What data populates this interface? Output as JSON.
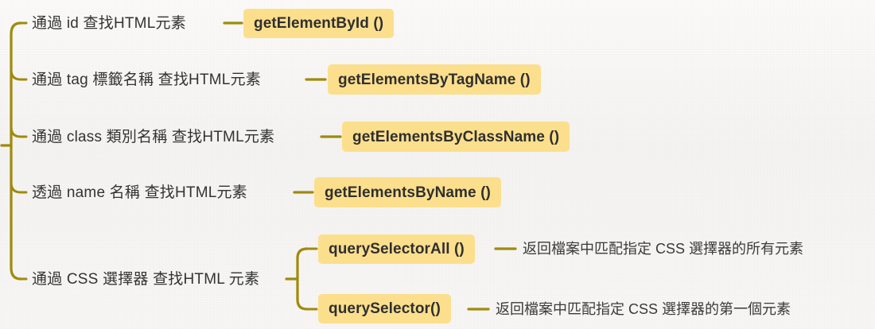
{
  "diagram": {
    "title": "HTML DOM element lookup methods mind map",
    "accent_line_color": "#a08a0c",
    "pill_color": "#fcdf8d",
    "text_color": "#333334",
    "background_color": "#f6f5f3",
    "branches": [
      {
        "label": "通過 id 查找HTML元素",
        "method": "getElementById ()"
      },
      {
        "label": "通過 tag 標籤名稱 查找HTML元素",
        "method": "getElementsByTagName ()"
      },
      {
        "label": "通過 class 類別名稱 查找HTML元素",
        "method": "getElementsByClassName ()"
      },
      {
        "label": "透過 name 名稱 查找HTML元素",
        "method": "getElementsByName ()"
      },
      {
        "label": "通過 CSS 選擇器 查找HTML 元素",
        "children": [
          {
            "method": "querySelectorAll ()",
            "description": "返回檔案中匹配指定 CSS 選擇器的所有元素"
          },
          {
            "method": "querySelector()",
            "description": "返回檔案中匹配指定 CSS 選擇器的第一個元素"
          }
        ]
      }
    ]
  }
}
